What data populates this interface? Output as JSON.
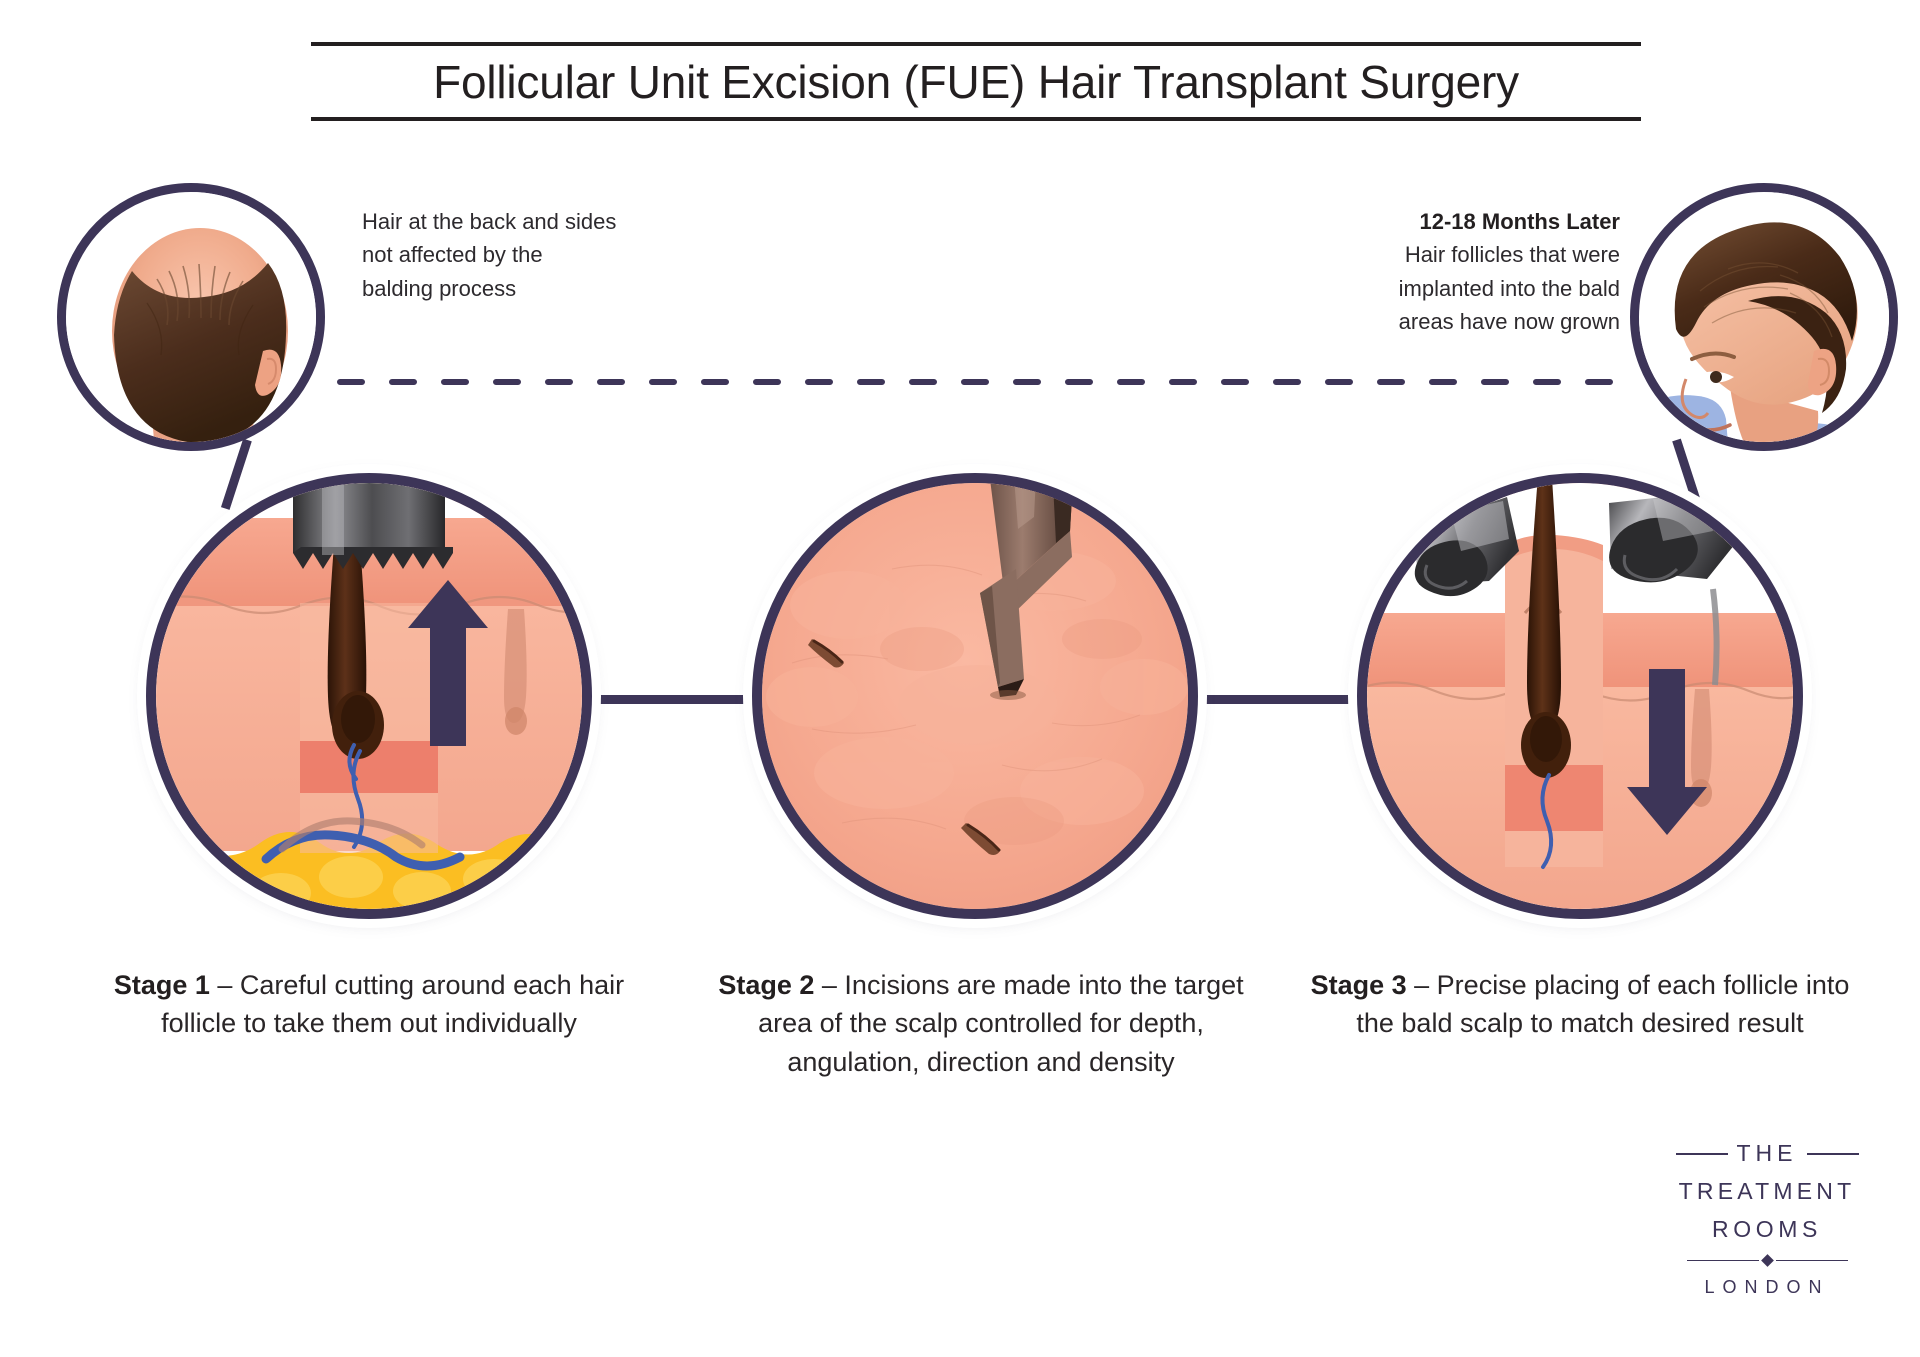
{
  "title": "Follicular Unit Excision (FUE) Hair Transplant Surgery",
  "callouts": {
    "left": {
      "line1": "Hair at the back and sides",
      "line2": "not affected by the",
      "line3": "balding process"
    },
    "right": {
      "heading": "12-18 Months Later",
      "line1": "Hair follicles that were",
      "line2": "implanted into the bald",
      "line3": "areas have now grown"
    }
  },
  "stages": [
    {
      "label": "Stage 1",
      "dash": "–",
      "text": "Careful cutting around each hair follicle to take them out individually",
      "arrow": "up",
      "illustration": "punch-tool-extracting-follicle"
    },
    {
      "label": "Stage 2",
      "dash": "–",
      "text": "Incisions are made into the target area of the scalp controlled for depth, angulation, direction and density",
      "arrow": "none",
      "illustration": "blade-making-incisions"
    },
    {
      "label": "Stage 3",
      "dash": "–",
      "text": "Precise placing of each follicle into the bald scalp to match desired result",
      "arrow": "down",
      "illustration": "forceps-implanting-graft"
    }
  ],
  "head_images": {
    "left": "balding-head-back-view",
    "right": "restored-hair-head-front-view"
  },
  "logo": {
    "the": "THE",
    "treatment": "TREATMENT",
    "rooms": "ROOMS",
    "london": "LONDON"
  },
  "colors": {
    "brand_navy": "#3d3558",
    "title_black": "#231f20",
    "skin_light": "#f8c3ae",
    "skin_mid": "#f2a48c",
    "skin_deep": "#ef9279",
    "fat_yellow": "#fbbe22",
    "vessel_blue": "#3f5fb0",
    "tool_gray": "#5a5a5c",
    "hair_dark": "#45210f"
  }
}
